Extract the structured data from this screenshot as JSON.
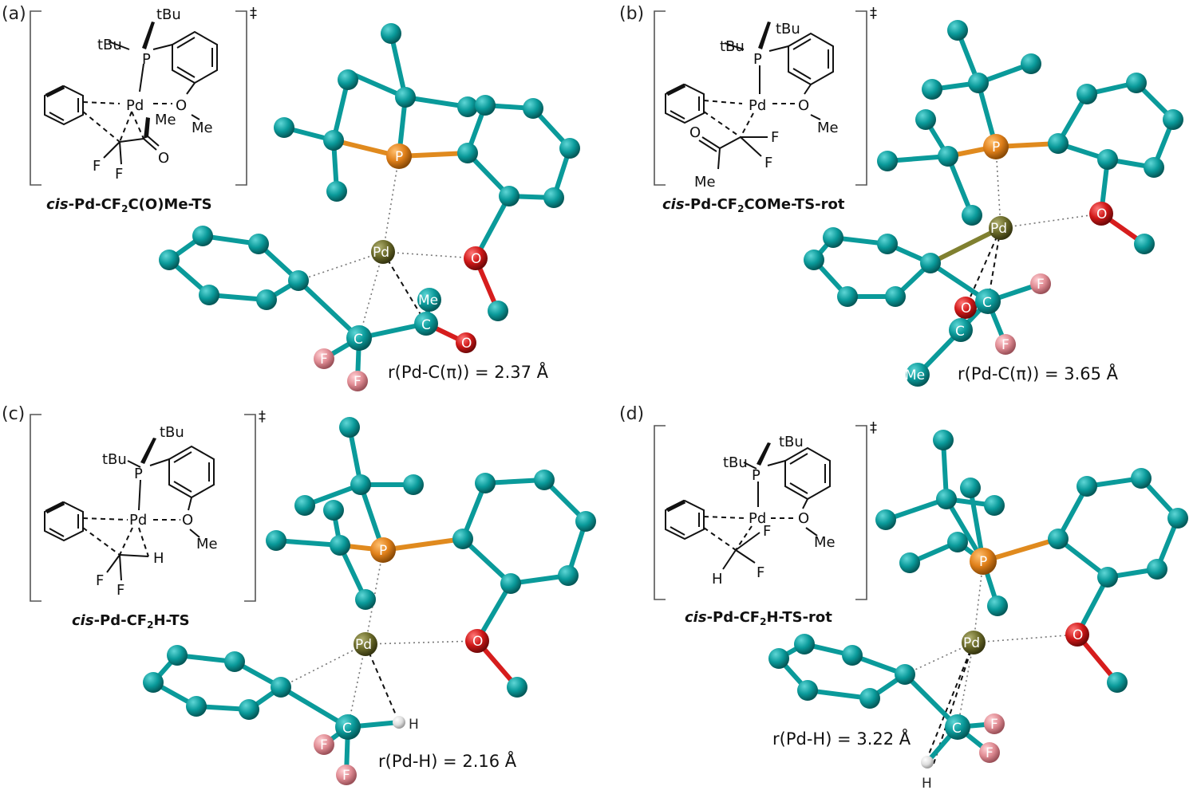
{
  "panels": [
    {
      "letter": "(a)",
      "caption": {
        "prefix": "cis",
        "main": "-Pd-CF",
        "sub": "2",
        "rest": "C(O)Me-TS"
      },
      "labels": {
        "tbu1": "tBu",
        "tbu2": "tBu",
        "p": "P",
        "pd": "Pd",
        "o": "O",
        "me1": "Me",
        "me2": "Me",
        "o2": "O",
        "f1": "F",
        "f2": "F"
      },
      "ts_mark": "‡",
      "distance": "r(Pd-C(π)) = 2.37 Å",
      "atoms": {
        "p": "P",
        "pd": "Pd",
        "o": "O",
        "c1": "C",
        "c2": "C",
        "me": "Me",
        "o2": "O",
        "f1": "F",
        "f2": "F"
      }
    },
    {
      "letter": "(b)",
      "caption": {
        "prefix": "cis",
        "main": "-Pd-CF",
        "sub": "2",
        "rest": "COMe-TS-rot"
      },
      "labels": {
        "tbu1": "tBu",
        "tbu2": "tBu",
        "p": "P",
        "pd": "Pd",
        "o": "O",
        "me1": "Me",
        "me2": "Me",
        "o2": "O",
        "f1": "F",
        "f2": "F"
      },
      "ts_mark": "‡",
      "distance": "r(Pd-C(π)) = 3.65 Å",
      "atoms": {
        "p": "P",
        "pd": "Pd",
        "o": "O",
        "c1": "C",
        "c2": "C",
        "me": "Me",
        "o2": "O",
        "f1": "F",
        "f2": "F"
      }
    },
    {
      "letter": "(c)",
      "caption": {
        "prefix": "cis",
        "main": "-Pd-CF",
        "sub": "2",
        "rest": "H-TS"
      },
      "labels": {
        "tbu1": "tBu",
        "tbu2": "tBu",
        "p": "P",
        "pd": "Pd",
        "o": "O",
        "me": "Me",
        "h": "H",
        "f1": "F",
        "f2": "F"
      },
      "ts_mark": "‡",
      "distance": "r(Pd-H) = 2.16 Å",
      "atoms": {
        "p": "P",
        "pd": "Pd",
        "o": "O",
        "c": "C",
        "h": "H",
        "f1": "F",
        "f2": "F"
      }
    },
    {
      "letter": "(d)",
      "caption": {
        "prefix": "cis",
        "main": "-Pd-CF",
        "sub": "2",
        "rest": "H-TS-rot"
      },
      "labels": {
        "tbu1": "tBu",
        "tbu2": "tBu",
        "p": "P",
        "pd": "Pd",
        "o": "O",
        "me": "Me",
        "h": "H",
        "f1": "F",
        "f2": "F"
      },
      "ts_mark": "‡",
      "distance": "r(Pd-H) = 3.22 Å",
      "atoms": {
        "p": "P",
        "pd": "Pd",
        "o": "O",
        "c": "C",
        "h": "H",
        "f1": "F",
        "f2": "F"
      }
    }
  ],
  "colors": {
    "carbon": "#0a9a9a",
    "phosphorus": "#e08a1e",
    "palladium": "#6b6b2a",
    "oxygen": "#d61d1d",
    "fluorine": "#e89aa0",
    "hydrogen": "#eeeeee"
  }
}
